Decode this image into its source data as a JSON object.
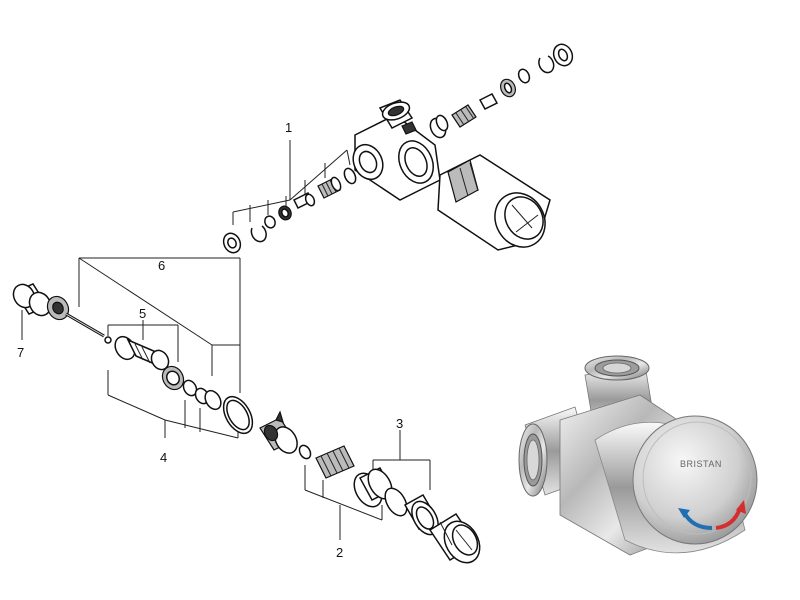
{
  "callouts": {
    "c1": "1",
    "c2": "2",
    "c3": "3",
    "c4": "4",
    "c5": "5",
    "c6": "6",
    "c7": "7"
  },
  "product": {
    "brand": "BRISTAN"
  },
  "colors": {
    "hot_arrow": "#d32f2f",
    "cold_arrow": "#1f6fb2"
  }
}
